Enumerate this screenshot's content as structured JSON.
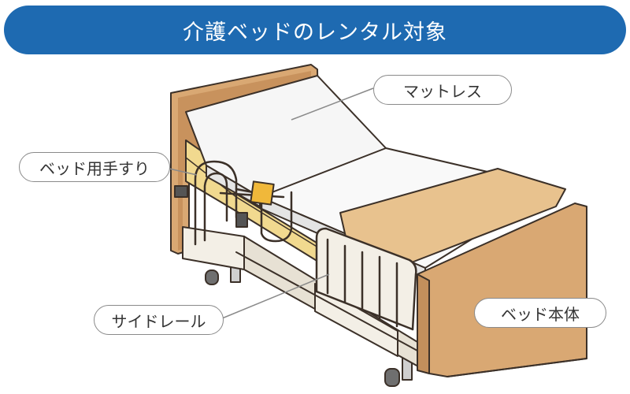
{
  "title": "介護ベッドのレンタル対象",
  "labels": {
    "mattress": "マットレス",
    "handrail": "ベッド用手すり",
    "side_rail": "サイドレール",
    "bed_body": "ベッド本体"
  },
  "colors": {
    "banner": "#1e6ab1",
    "wood": "#d9a873",
    "wood_dark": "#c28f5c",
    "mattress_wood": "#e8c28e",
    "outline": "#3b3028",
    "frame": "#f3efe6",
    "callout_line": "#8a8a8a"
  }
}
